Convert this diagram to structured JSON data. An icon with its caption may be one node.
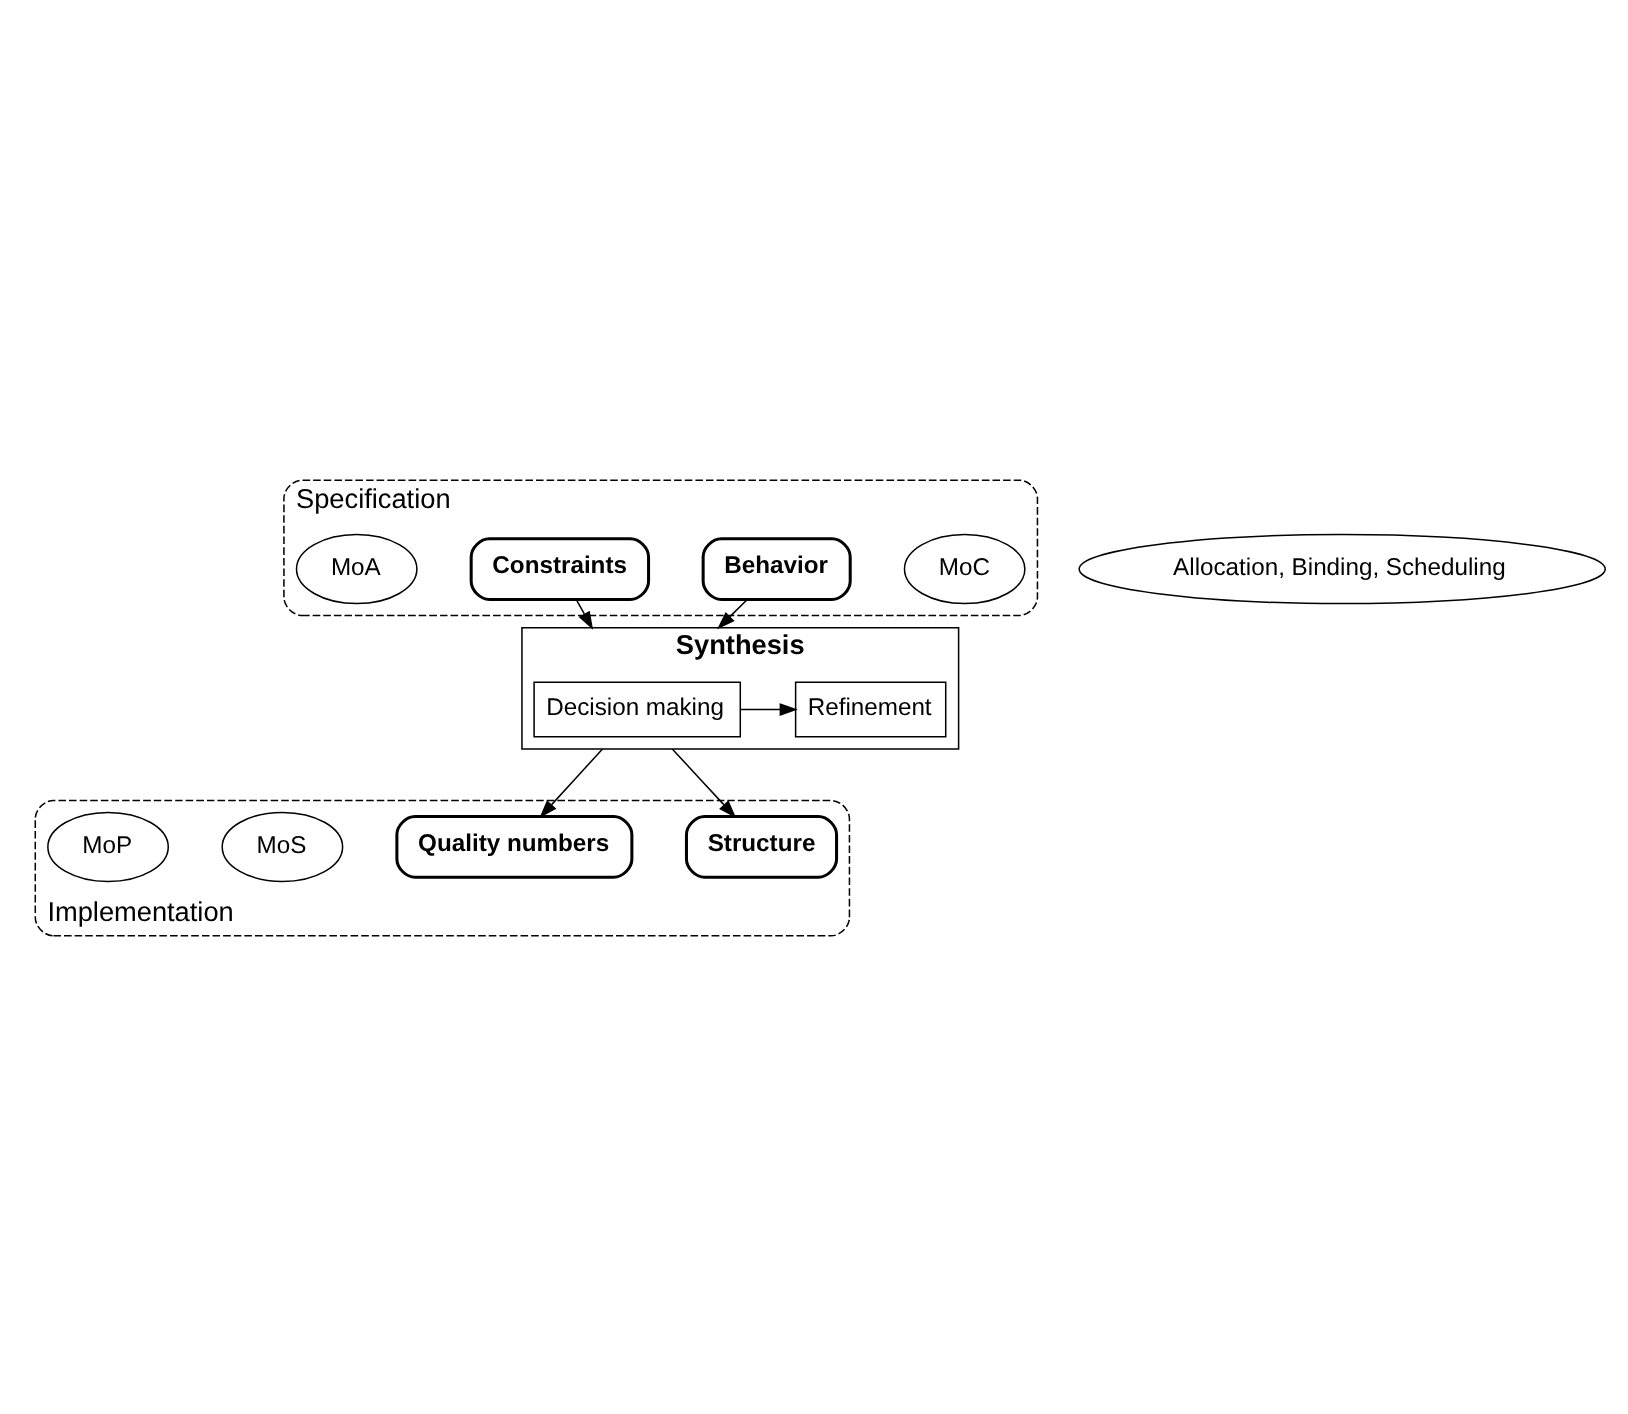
{
  "diagram": {
    "nodes": [
      {
        "text": [
          "Specification"
        ]
      },
      {
        "text": [
          "MoC"
        ],
        "in": 0
      },
      {
        "text": [
          "Behavior"
        ],
        "in": 0
      },
      {
        "text": [
          "Constraints"
        ],
        "in": 0
      },
      {
        "text": [
          "MoA"
        ],
        "in": 0
      },
      {
        "text": [
          "Allocation, Binding, Scheduling"
        ]
      },
      {
        "text": [
          "Synthesis"
        ]
      },
      {
        "text": [
          "Decision making"
        ],
        "in": 6
      },
      {
        "text": [
          "Refinement"
        ],
        "in": 6
      },
      {
        "text": [
          "Implementation"
        ]
      },
      {
        "text": [
          "Structure"
        ],
        "in": 9
      },
      {
        "text": [
          "Quality numbers"
        ],
        "in": 9
      },
      {
        "text": [
          "MoS"
        ],
        "in": 9
      },
      {
        "text": [
          "MoP"
        ],
        "in": 9
      }
    ],
    "edges": [
      {
        "from": 2,
        "to": 6,
        "arrow": "to"
      },
      {
        "from": 3,
        "to": 6,
        "arrow": "to"
      },
      {
        "from": 7,
        "to": 8,
        "arrow": "to"
      },
      {
        "from": 6,
        "to": 10,
        "arrow": "to"
      },
      {
        "from": 6,
        "to": 11,
        "arrow": "to"
      }
    ]
  }
}
